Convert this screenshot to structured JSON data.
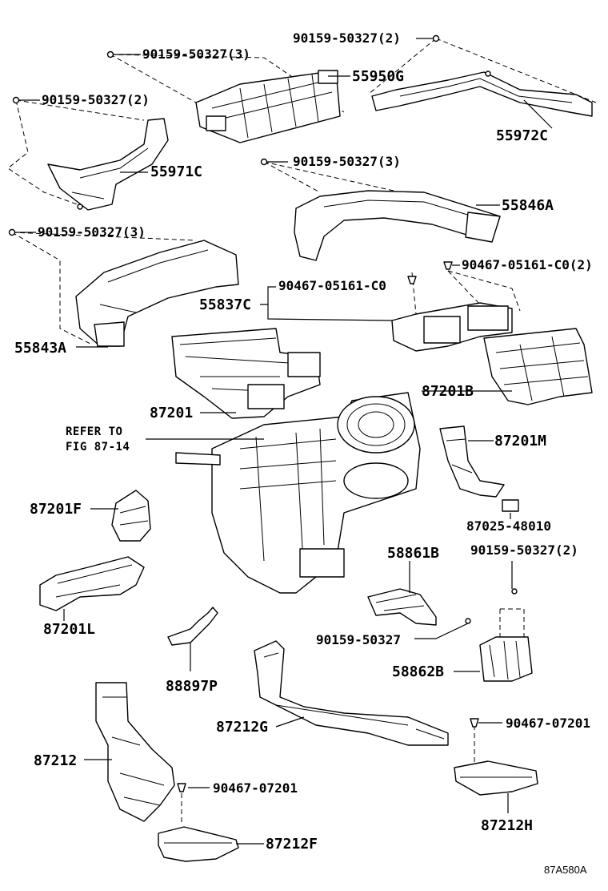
{
  "figure_id": "87A580A",
  "refer_note": {
    "line1": "REFER TO",
    "line2": "FIG 87-14"
  },
  "screws": {
    "s1": "90159-50327(3)",
    "s2": "90159-50327(2)",
    "s3": "90159-50327(2)",
    "s4": "90159-50327(3)",
    "s5": "90159-50327(3)",
    "s6": "90159-50327(2)",
    "s7": "90159-50327"
  },
  "clips": {
    "c1": "90467-05161-C0(2)",
    "c2": "90467-05161-C0",
    "c3": "90467-07201",
    "c4": "90467-07201"
  },
  "parts": {
    "p55950G": "55950G",
    "p55972C": "55972C",
    "p55971C": "55971C",
    "p55846A": "55846A",
    "p55837C": "55837C",
    "p55843A": "55843A",
    "p87201": "87201",
    "p87201B": "87201B",
    "p87201M": "87201M",
    "p87025": "87025-48010",
    "p87201F": "87201F",
    "p87201L": "87201L",
    "p58861B": "58861B",
    "p58862B": "58862B",
    "p88897P": "88897P",
    "p87212G": "87212G",
    "p87212": "87212",
    "p87212F": "87212F",
    "p87212H": "87212H"
  }
}
